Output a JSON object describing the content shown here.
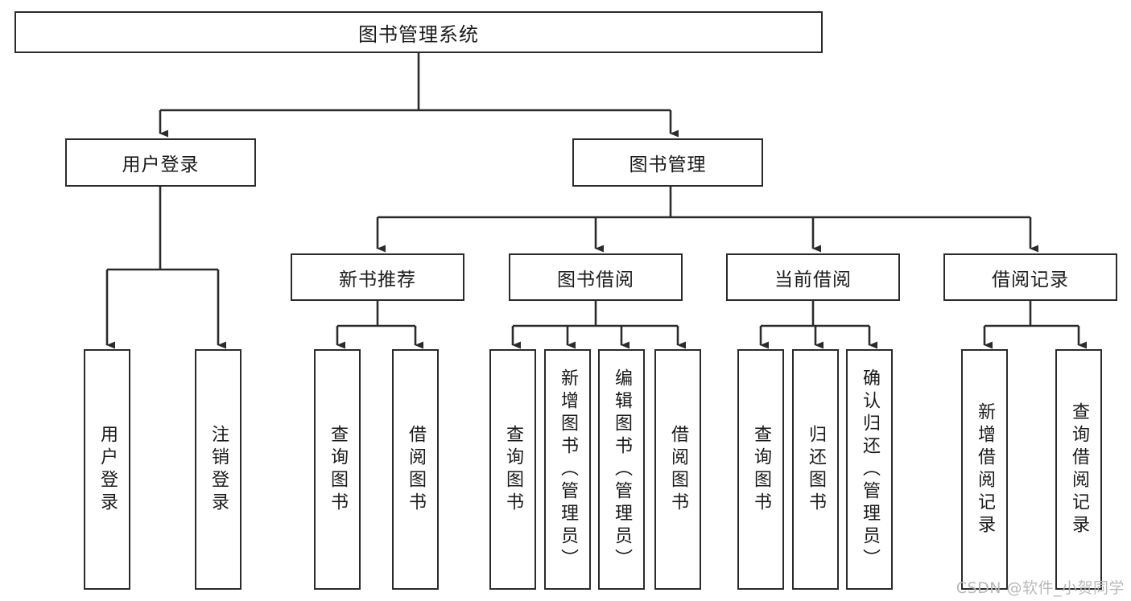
{
  "diagram": {
    "title": "图书管理系统",
    "type": "tree-hierarchy-diagram",
    "watermark": "CSDN @软件_小贺同学",
    "style": {
      "box_border_color": "#2b2b2b",
      "box_fill_color": "#ffffff",
      "edge_color": "#2b2b2b",
      "text_color": "#1a1a1a",
      "background": "#ffffff",
      "watermark_color": "#b9b9b9"
    }
  },
  "nodes": {
    "root": {
      "label": "图书管理系统"
    },
    "level2": [
      {
        "id": "user-login",
        "label": "用户登录"
      },
      {
        "id": "book-manage",
        "label": "图书管理"
      }
    ],
    "level3": [
      {
        "id": "new-book-recommend",
        "label": "新书推荐"
      },
      {
        "id": "book-borrow",
        "label": "图书借阅"
      },
      {
        "id": "current-borrow",
        "label": "当前借阅"
      },
      {
        "id": "borrow-record",
        "label": "借阅记录"
      }
    ],
    "leaves": {
      "user_login": [
        {
          "id": "leaf-user-login",
          "label": "用户登录"
        },
        {
          "id": "leaf-logout-login",
          "label": "注销登录"
        }
      ],
      "new_book_recommend": [
        {
          "id": "leaf-query-book-1",
          "label": "查询图书"
        },
        {
          "id": "leaf-borrow-book-1",
          "label": "借阅图书"
        }
      ],
      "book_borrow": [
        {
          "id": "leaf-query-book-2",
          "label": "查询图书"
        },
        {
          "id": "leaf-add-book",
          "label": "新增图书（管理员）"
        },
        {
          "id": "leaf-edit-book",
          "label": "编辑图书（管理员）"
        },
        {
          "id": "leaf-borrow-book-2",
          "label": "借阅图书"
        }
      ],
      "current_borrow": [
        {
          "id": "leaf-query-book-3",
          "label": "查询图书"
        },
        {
          "id": "leaf-return-book",
          "label": "归还图书"
        },
        {
          "id": "leaf-confirm-return",
          "label": "确认归还（管理员）"
        }
      ],
      "borrow_record": [
        {
          "id": "leaf-add-record",
          "label": "新增借阅记录"
        },
        {
          "id": "leaf-query-record",
          "label": "查询借阅记录"
        }
      ]
    }
  }
}
